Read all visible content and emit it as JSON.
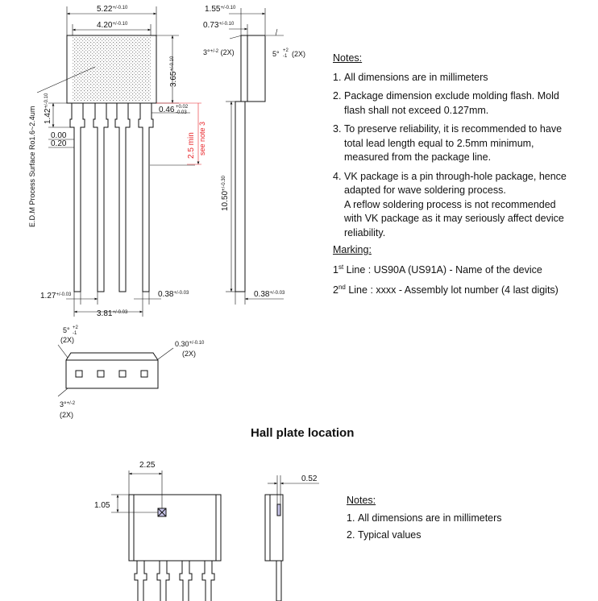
{
  "dims": {
    "w522": "5.22",
    "w522_tol": "+/-0.10",
    "w420": "4.20",
    "w420_tol": "+/-0.10",
    "h365": "3.65",
    "h365_tol": "+/-0.10",
    "d142": "1.42",
    "d142_tol": "+/-0.10",
    "d000": "0.00",
    "d020": "0.20",
    "d046": "0.46",
    "d046_tol_up": "+0.02",
    "d046_tol_dn": "-0.03",
    "d25min": "2.5 min",
    "see_note3": "see note 3",
    "edm": "E.D.M Process Surface Ro1.6~2.4um",
    "d127": "1.27",
    "d127_tol": "+/-0.03",
    "d381": "3.81",
    "d381_tol": "+/-0.03",
    "d038a": "0.38",
    "d038a_tol": "+/-0.03",
    "d155": "1.55",
    "d155_tol": "+/-0.10",
    "d073": "0.73",
    "d073_tol": "+/-0.10",
    "ang3": "3°",
    "ang3_tol": "+/-2",
    "x2a": "(2X)",
    "ang5": "5°",
    "ang5_tol_up": "+2",
    "ang5_tol_dn": "-1",
    "x2b": "(2X)",
    "d1050": "10.50",
    "d1050_tol": "+/-0.30",
    "d038b": "0.38",
    "d038b_tol": "+/-0.03",
    "b_ang5": "5°",
    "b_ang5_tol_up": "+2",
    "b_ang5_tol_dn": "-1",
    "b_x2a": "(2X)",
    "d030": "0.30",
    "d030_tol": "+/-0.10",
    "b_x2c": "(2X)",
    "b_ang3": "3°",
    "b_ang3_tol": "+/-2",
    "b_x2b": "(2X)",
    "h225": "2.25",
    "h105": "1.05",
    "h052": "0.52"
  },
  "notes1": {
    "heading": "Notes:",
    "items": [
      {
        "num": "1.",
        "text": "All dimensions are in millimeters"
      },
      {
        "num": "2.",
        "text": "Package dimension exclude molding flash. Mold flash shall not exceed 0.127mm."
      },
      {
        "num": "3.",
        "text": "To preserve reliability, it is recommended to have total lead length equal to 2.5mm minimum, measured from the package line."
      },
      {
        "num": "4.",
        "text": "VK package is a pin through-hole package, hence adapted for wave soldering process.",
        "text2": "A reflow soldering process is not recommended with VK package as it may seriously affect device reliability."
      }
    ]
  },
  "marking": {
    "heading": "Marking:",
    "line1_num": "1",
    "line1_sup": "st",
    "line1_text": " Line : US90A (US91A) - Name of the device",
    "line2_num": "2",
    "line2_sup": "nd",
    "line2_text": " Line : xxxx - Assembly lot number (4 last digits)"
  },
  "hall_title": "Hall plate location",
  "notes2": {
    "heading": "Notes:",
    "items": [
      {
        "num": "1.",
        "text": "All dimensions are in millimeters"
      },
      {
        "num": "2.",
        "text": "Typical values"
      }
    ]
  },
  "colors": {
    "note3_red": "#e8262a",
    "hall_fill": "#c9c6ea"
  }
}
